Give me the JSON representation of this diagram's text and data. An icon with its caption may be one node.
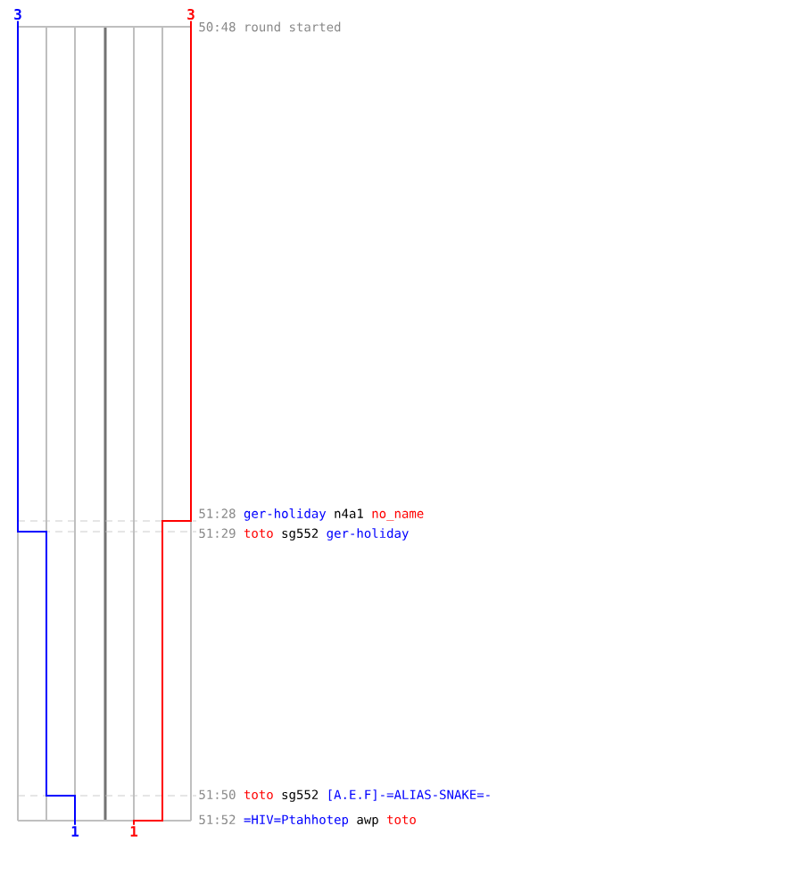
{
  "diagram": {
    "nodes": [
      {
        "text": [
          "3"
        ]
      },
      {
        "text": [
          "3"
        ]
      },
      {
        "text": [
          "1"
        ]
      },
      {
        "text": [
          "1"
        ]
      }
    ],
    "edges": [
      {
        "from": 0,
        "to": 2,
        "arrow": "none",
        "color": "#0000ff"
      },
      {
        "from": 1,
        "to": 3,
        "arrow": "none",
        "color": "#ff0000"
      }
    ],
    "labels": [
      "50:48",
      "round started",
      "51:28",
      "ger-holiday",
      "n4a1",
      "no_name",
      "51:29",
      "toto",
      "sg552",
      "ger-holiday",
      "51:50",
      "toto",
      "sg552",
      "[A.E.F]-=ALIAS-SNAKE=-",
      "51:52",
      "=HIV=Ptahhotep",
      "awp",
      "toto"
    ]
  }
}
